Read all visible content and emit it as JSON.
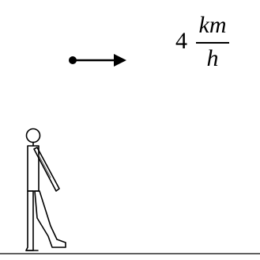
{
  "velocity": {
    "value": "4",
    "unit_numerator": "km",
    "unit_denominator": "h"
  },
  "colors": {
    "ink": "#000000",
    "background": "#ffffff",
    "ground": "#000000"
  },
  "icons": {
    "velocity_arrow": "arrow-right-icon",
    "walker": "stick-figure-walking-icon"
  }
}
